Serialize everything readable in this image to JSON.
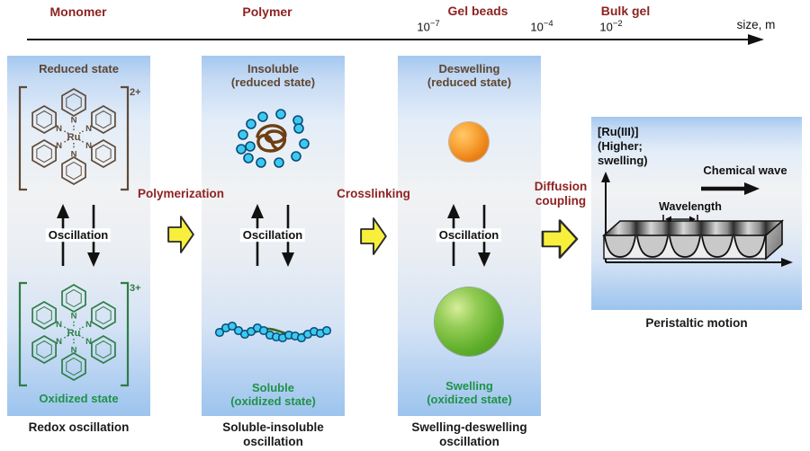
{
  "header": {
    "categories": [
      "Monomer",
      "Polymer",
      "Gel beads",
      "Bulk gel"
    ],
    "ticks": [
      {
        "base": "10",
        "exp": "−7"
      },
      {
        "base": "10",
        "exp": "−4"
      },
      {
        "base": "10",
        "exp": "−2"
      }
    ],
    "axis_label": "size, m"
  },
  "process_arrows": [
    {
      "line1": "Polymerization",
      "line2": ""
    },
    {
      "line1": "Crosslinking",
      "line2": ""
    },
    {
      "line1": "Diffusion",
      "line2": "coupling"
    }
  ],
  "panels": [
    {
      "title_top": "Reduced state",
      "charge_top": "2+",
      "metal": "Ru",
      "ligand_atom": "N",
      "oscillation": "Oscillation",
      "charge_bottom": "3+",
      "title_bottom": "Oxidized state",
      "caption": "Redox oscillation"
    },
    {
      "state_top": [
        "Insoluble",
        "(reduced state)"
      ],
      "oscillation": "Oscillation",
      "state_bottom": [
        "Soluble",
        "(oxidized state)"
      ],
      "caption": [
        "Soluble-insoluble",
        "oscillation"
      ]
    },
    {
      "state_top": [
        "Deswelling",
        "(reduced state)"
      ],
      "oscillation": "Oscillation",
      "state_bottom": [
        "Swelling",
        "(oxidized state)"
      ],
      "caption": [
        "Swelling-deswelling",
        "oscillation"
      ]
    },
    {
      "yaxis_label": [
        "[Ru(III)]",
        "(Higher;",
        "swelling)"
      ],
      "chemical_wave": "Chemical wave",
      "wavelength": "Wavelength",
      "caption": "Peristaltic motion"
    }
  ],
  "colors": {
    "heading_red": "#8e2323",
    "state_brown": "#5d4632",
    "state_green": "#1f9247",
    "arrow_yellow": "#f8ef3c",
    "dot_cyan": "#3cc9f0",
    "coil_brown": "#6e3f12",
    "chain_green": "#2f6b22",
    "ball_orange": "#ec8418",
    "ball_green": "#5fae2b",
    "panel_blue": "#a4c8ef"
  }
}
